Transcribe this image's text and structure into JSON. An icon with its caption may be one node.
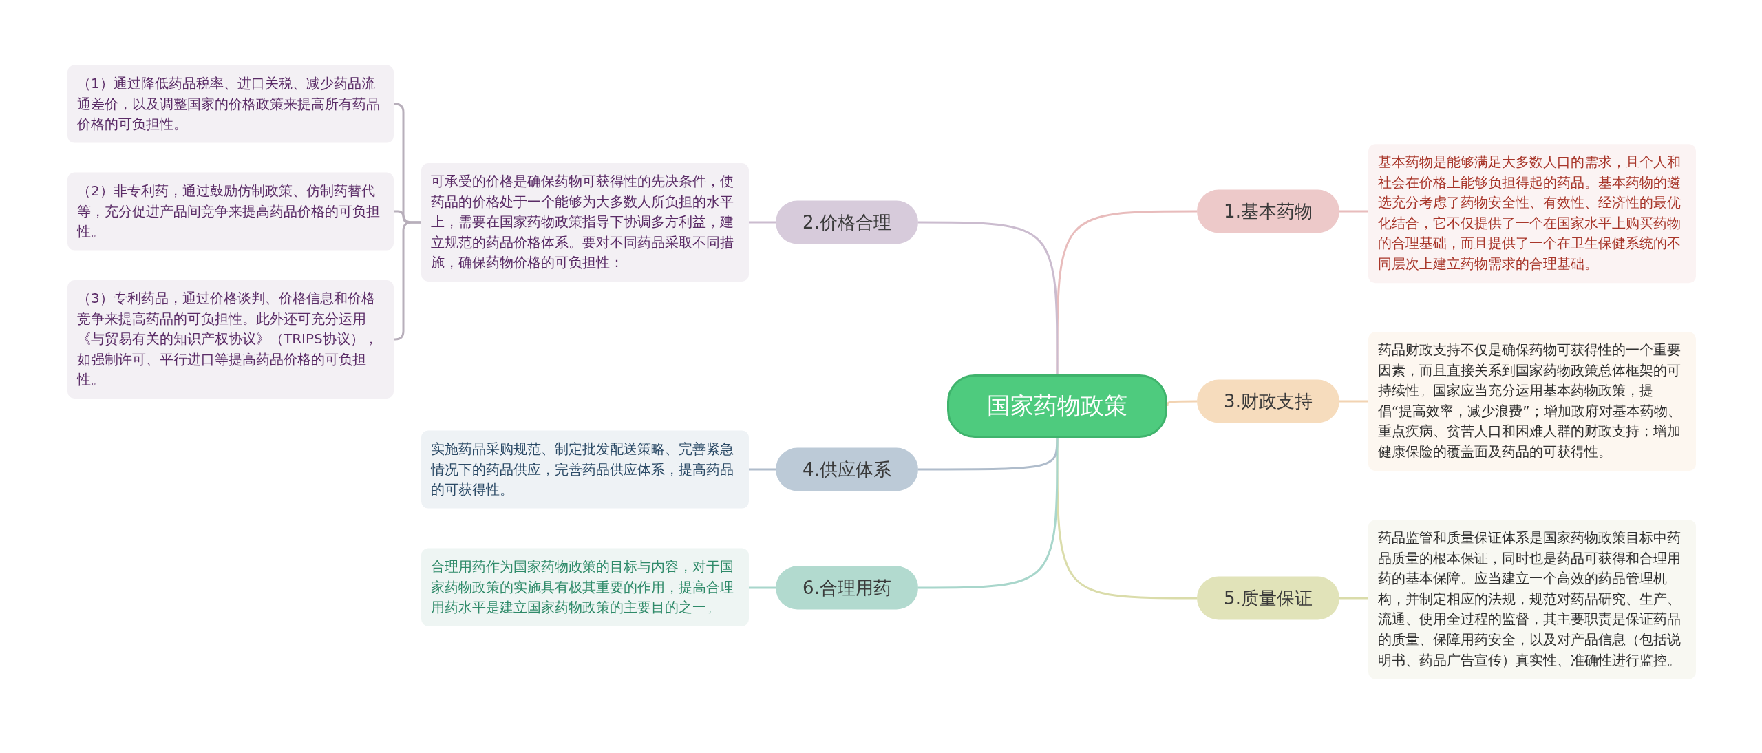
{
  "diagram": {
    "nodes": [
      {
        "text": [
          "国家药物政策"
        ]
      },
      {
        "text": [
          "1.基本药物"
        ]
      },
      {
        "text": [
          "基本药物是能够满足大多数人口的需求，且个人和社会在价格上能够负担得起的药品。基本药物的遴选充分考虑了药物安全性、有效性、经济性的最优化结合，它不仅提供了一个在国家水平上购买药物的合理基础，而且提供了一个在卫生保健系统的不同层次上建立药物需求的合理基础。"
        ]
      },
      {
        "text": [
          "3.财政支持"
        ]
      },
      {
        "text": [
          "药品财政支持不仅是确保药物可获得性的一个重要因素，而且直接关系到国家药物政策总体框架的可持续性。国家应当充分运用基本药物政策，提倡“提高效率，减少浪费”；增加政府对基本药物、重点疾病、贫苦人口和困难人群的财政支持；增加健康保险的覆盖面及药品的可获得性。"
        ]
      },
      {
        "text": [
          "5.质量保证"
        ]
      },
      {
        "text": [
          "药品监管和质量保证体系是国家药物政策目标中药品质量的根本保证，同时也是药品可获得和合理用药的基本保障。应当建立一个高效的药品管理机构，并制定相应的法规，规范对药品研究、生产、流通、使用全过程的监督，其主要职责是保证药品的质量、保障用药安全，以及对产品信息（包括说明书、药品广告宣传）真实性、准确性进行监控。"
        ]
      },
      {
        "text": [
          "2.价格合理"
        ]
      },
      {
        "text": [
          "可承受的价格是确保药物可获得性的先决条件，使药品的价格处于一个能够为大多数人所负担的水平上，需要在国家药物政策指导下协调多方利益，建立规范的药品价格体系。要对不同药品采取不同措施，确保药物价格的可负担性："
        ]
      },
      {
        "text": [
          "（1）通过降低药品税率、进口关税、减少药品流通差价，以及调整国家的价格政策来提高所有药品价格的可负担性。"
        ]
      },
      {
        "text": [
          "（2）非专利药，通过鼓励仿制政策、仿制药替代等，充分促进产品间竞争来提高药品价格的可负担性。"
        ]
      },
      {
        "text": [
          "（3）专利药品，通过价格谈判、价格信息和价格竞争来提高药品的可负担性。此外还可充分运用《与贸易有关的知识产权协议》（TRIPS协议），如强制许可、平行进口等提高药品价格的可负担性。"
        ]
      },
      {
        "text": [
          "4.供应体系"
        ]
      },
      {
        "text": [
          "实施药品采购规范、制定批发配送策略、完善紧急情况下的药品供应，完善药品供应体系，提高药品的可获得性。"
        ]
      },
      {
        "text": [
          "6.合理用药"
        ]
      },
      {
        "text": [
          "合理用药作为国家药物政策的目标与内容，对于国家药物政策的实施具有极其重要的作用，提高合理用药水平是建立国家药物政策的主要目的之一。"
        ]
      }
    ],
    "edges": [
      {
        "from": 0,
        "to": 1,
        "arrow": "none",
        "color": "#e8bcbc"
      },
      {
        "from": 1,
        "to": 2,
        "arrow": "none",
        "color": "#e8bcbc"
      },
      {
        "from": 0,
        "to": 3,
        "arrow": "none",
        "color": "#f2d3b2"
      },
      {
        "from": 3,
        "to": 4,
        "arrow": "none",
        "color": "#f2d3b2"
      },
      {
        "from": 0,
        "to": 5,
        "arrow": "none",
        "color": "#dadcaa"
      },
      {
        "from": 5,
        "to": 6,
        "arrow": "none",
        "color": "#dadcaa"
      },
      {
        "from": 0,
        "to": 7,
        "arrow": "none",
        "color": "#cbbccf"
      },
      {
        "from": 7,
        "to": 8,
        "arrow": "none",
        "color": "#cbbccf"
      },
      {
        "from": 8,
        "to": 9,
        "arrow": "none",
        "color": "#b8afbb"
      },
      {
        "from": 8,
        "to": 10,
        "arrow": "none",
        "color": "#b8afbb"
      },
      {
        "from": 8,
        "to": 11,
        "arrow": "none",
        "color": "#b8afbb"
      },
      {
        "from": 0,
        "to": 12,
        "arrow": "none",
        "color": "#afbccb"
      },
      {
        "from": 12,
        "to": 13,
        "arrow": "none",
        "color": "#afbccb"
      },
      {
        "from": 0,
        "to": 14,
        "arrow": "none",
        "color": "#a8d6cb"
      },
      {
        "from": 14,
        "to": 15,
        "arrow": "none",
        "color": "#a8d6cb"
      }
    ]
  }
}
